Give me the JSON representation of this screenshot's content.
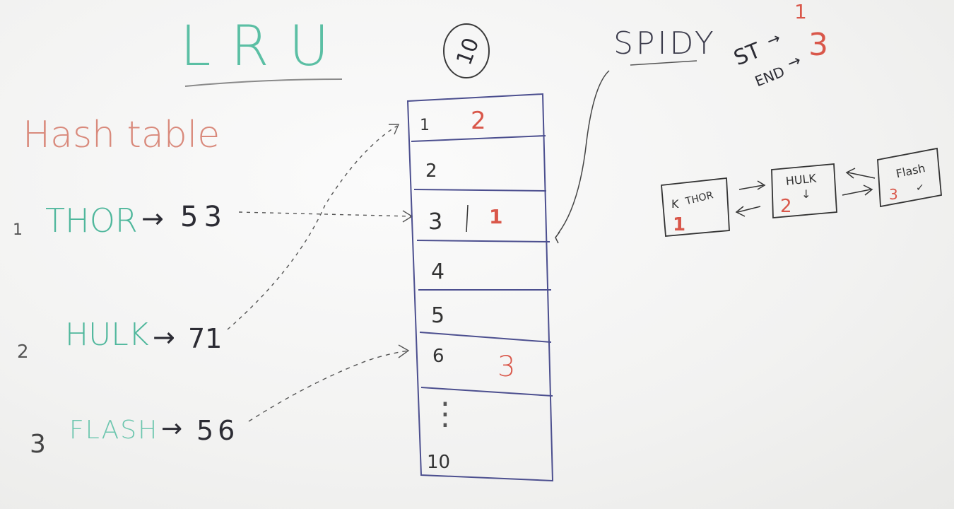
{
  "title": "LRU",
  "capacity": "10",
  "hash_table": {
    "label": "Hash table",
    "entries": [
      {
        "index": "1",
        "name": "THOR",
        "arrow": "→",
        "slot": "53"
      },
      {
        "index": "2",
        "name": "HULK",
        "arrow": "→",
        "slot": "71"
      },
      {
        "index": "3",
        "name": "FLASH",
        "arrow": "→",
        "slot": "56"
      }
    ]
  },
  "array": {
    "rows": [
      {
        "label": "1",
        "value": "2"
      },
      {
        "label": "2",
        "value": ""
      },
      {
        "label": "3",
        "value": "1"
      },
      {
        "label": "4",
        "value": ""
      },
      {
        "label": "5",
        "value": ""
      },
      {
        "label": "6",
        "value": "3"
      }
    ],
    "ellipsis": "⋮",
    "last_label": "10"
  },
  "incoming": {
    "name": "SPIDY"
  },
  "pointers": {
    "start_label": "ST",
    "start_value": "1",
    "end_label": "END",
    "end_value": "3",
    "arrow": "→"
  },
  "linked_list": {
    "nodes": [
      {
        "key": "K",
        "name": "THOR",
        "value": "1"
      },
      {
        "key": "",
        "name": "HULK",
        "value": "2"
      },
      {
        "key": "",
        "name": "Flash",
        "value": "3"
      }
    ]
  },
  "colors": {
    "ink_green": "#4fb79c",
    "ink_red": "#d9574a",
    "ink_blue": "#4c4f8f",
    "ink_dark": "#2c2c34",
    "ink_salmon": "#d98a7c"
  }
}
